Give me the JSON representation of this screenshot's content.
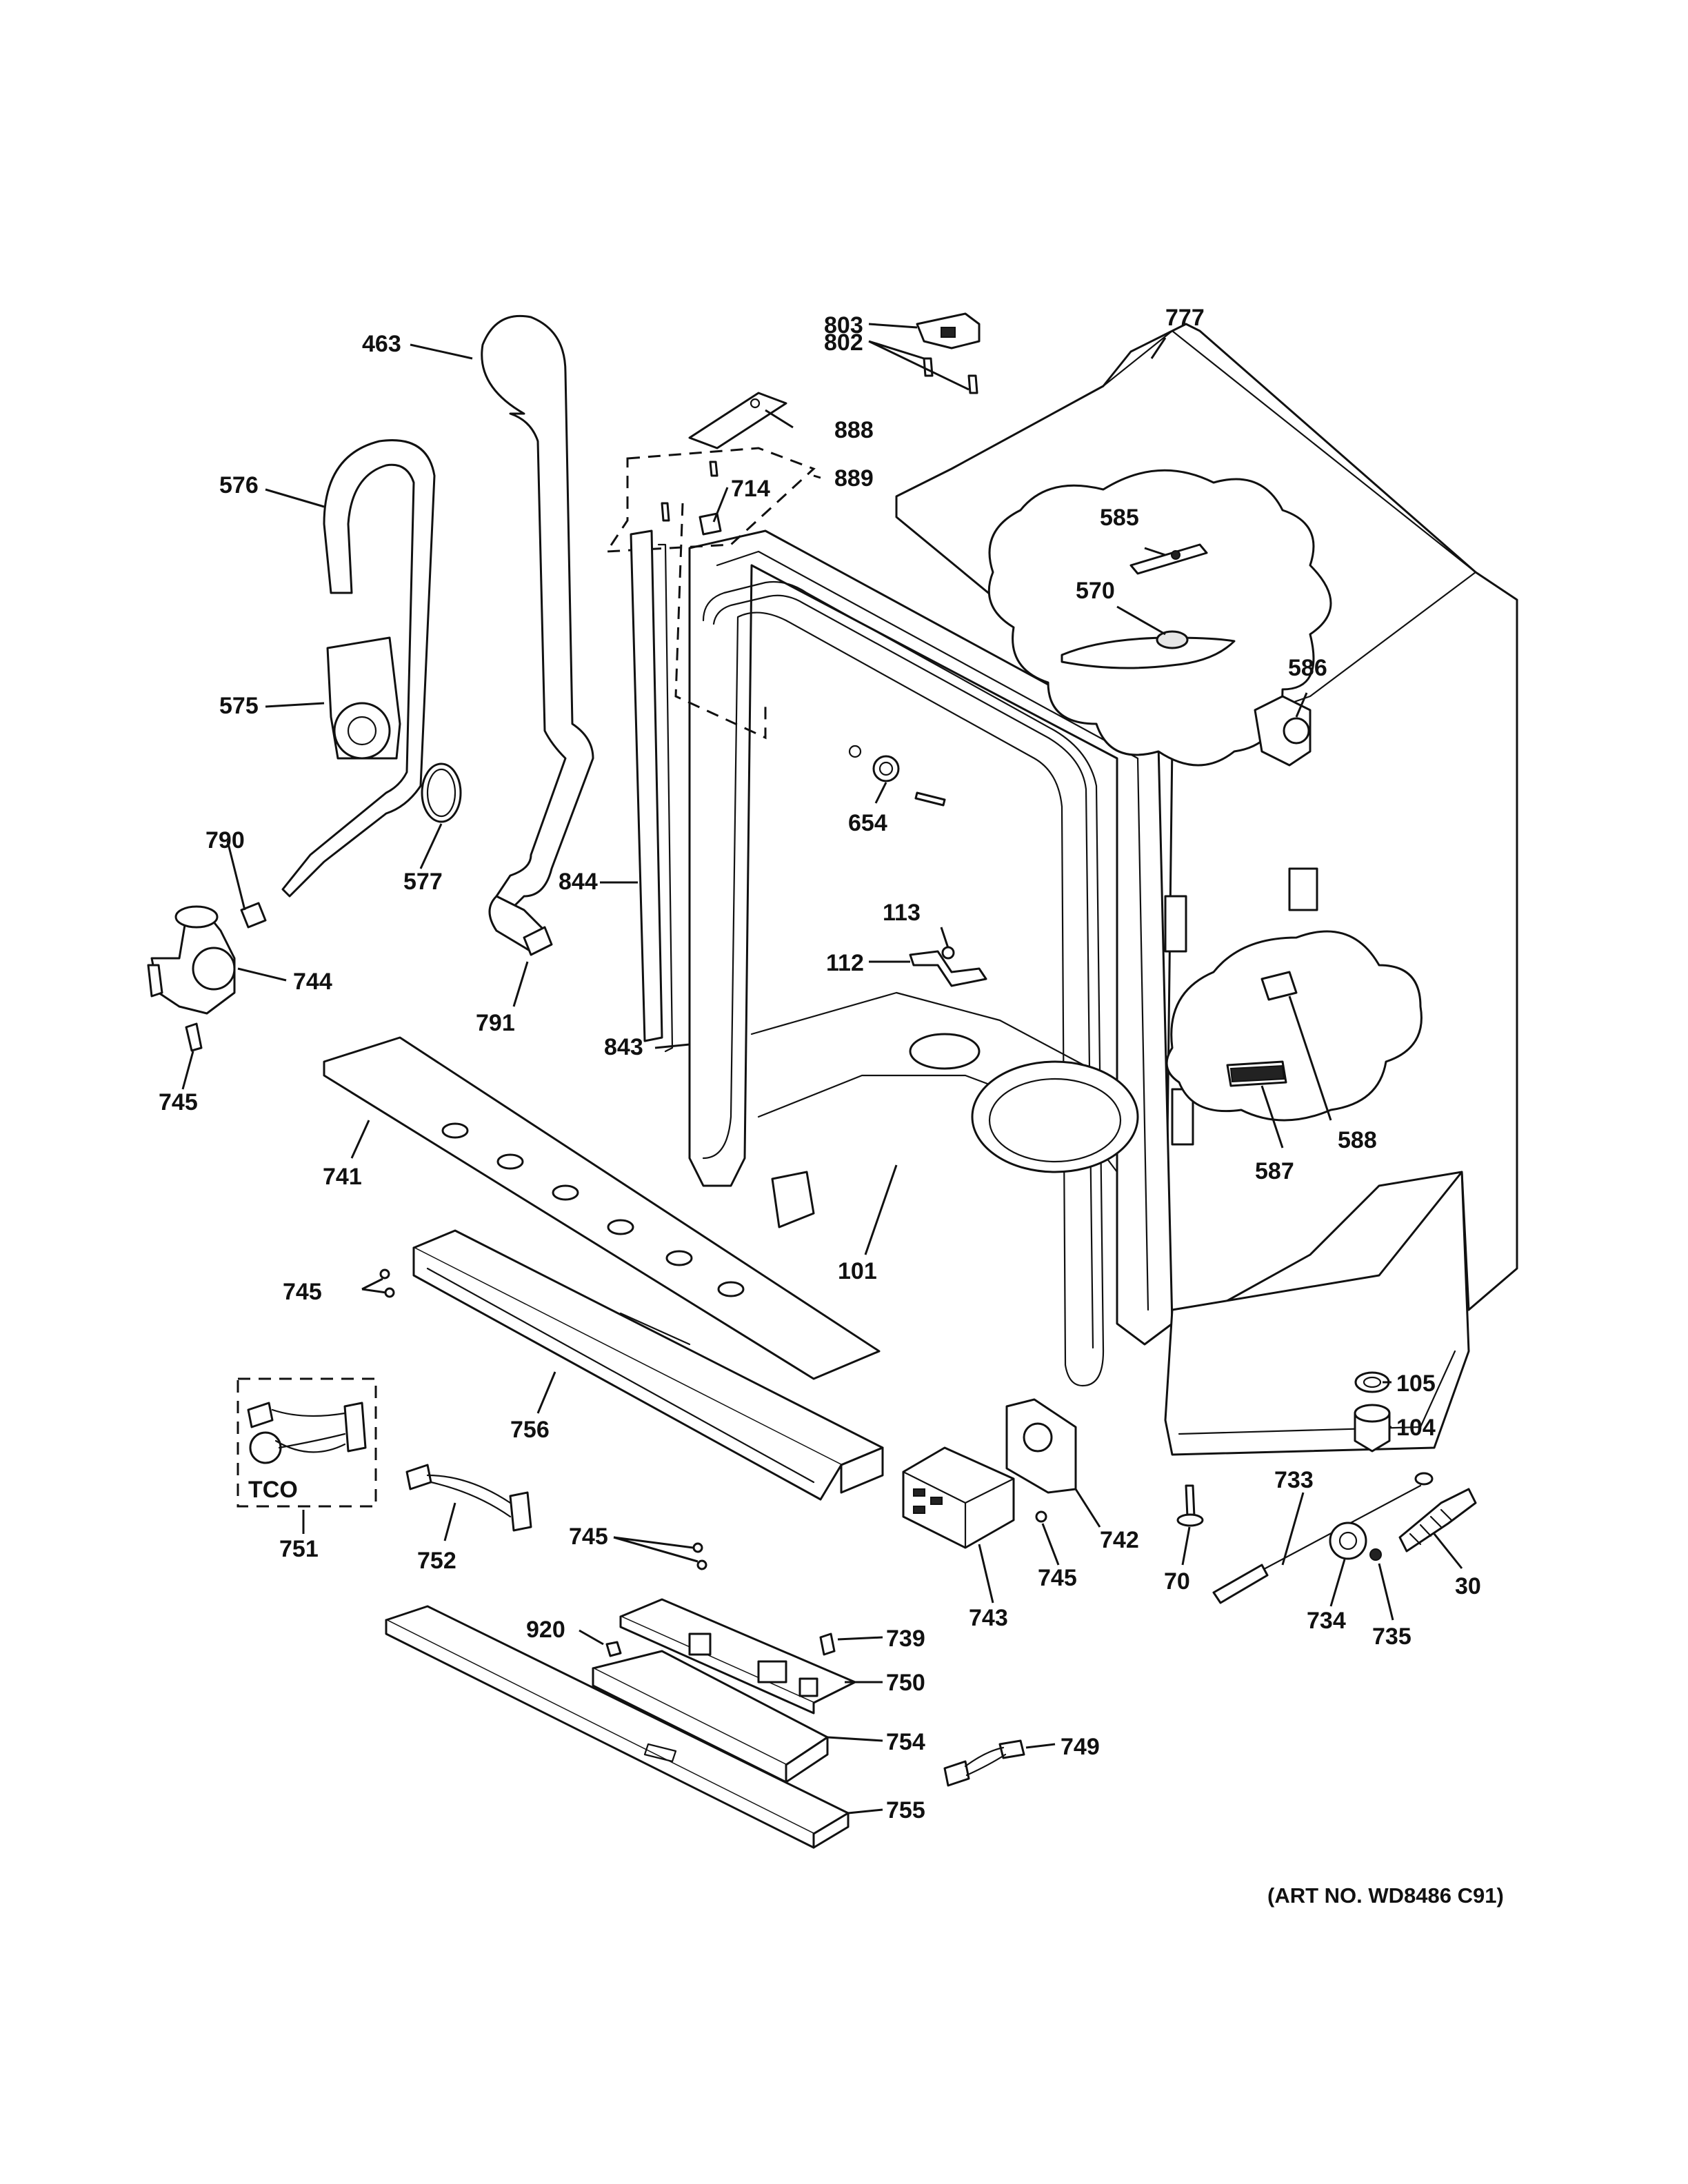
{
  "diagram_title": "",
  "art_number": "(ART NO. WD8486 C91)",
  "callouts": {
    "p463": "463",
    "p576": "576",
    "p575": "575",
    "p577": "577",
    "p790": "790",
    "p744": "744",
    "p745a": "745",
    "p791": "791",
    "p844": "844",
    "p843": "843",
    "p803": "803",
    "p802": "802",
    "p888": "888",
    "p889": "889",
    "p714": "714",
    "p777": "777",
    "p585": "585",
    "p570": "570",
    "p586": "586",
    "p654": "654",
    "p113": "113",
    "p112": "112",
    "p101": "101",
    "p587": "587",
    "p588": "588",
    "p741": "741",
    "p745b": "745",
    "p756": "756",
    "p751": "751",
    "tco": "TCO",
    "p752": "752",
    "p745c": "745",
    "p920": "920",
    "p739": "739",
    "p750": "750",
    "p754": "754",
    "p755": "755",
    "p749": "749",
    "p743": "743",
    "p742": "742",
    "p745d": "745",
    "p105": "105",
    "p104": "104",
    "p70": "70",
    "p733": "733",
    "p734": "734",
    "p735": "735",
    "p30": "30"
  }
}
